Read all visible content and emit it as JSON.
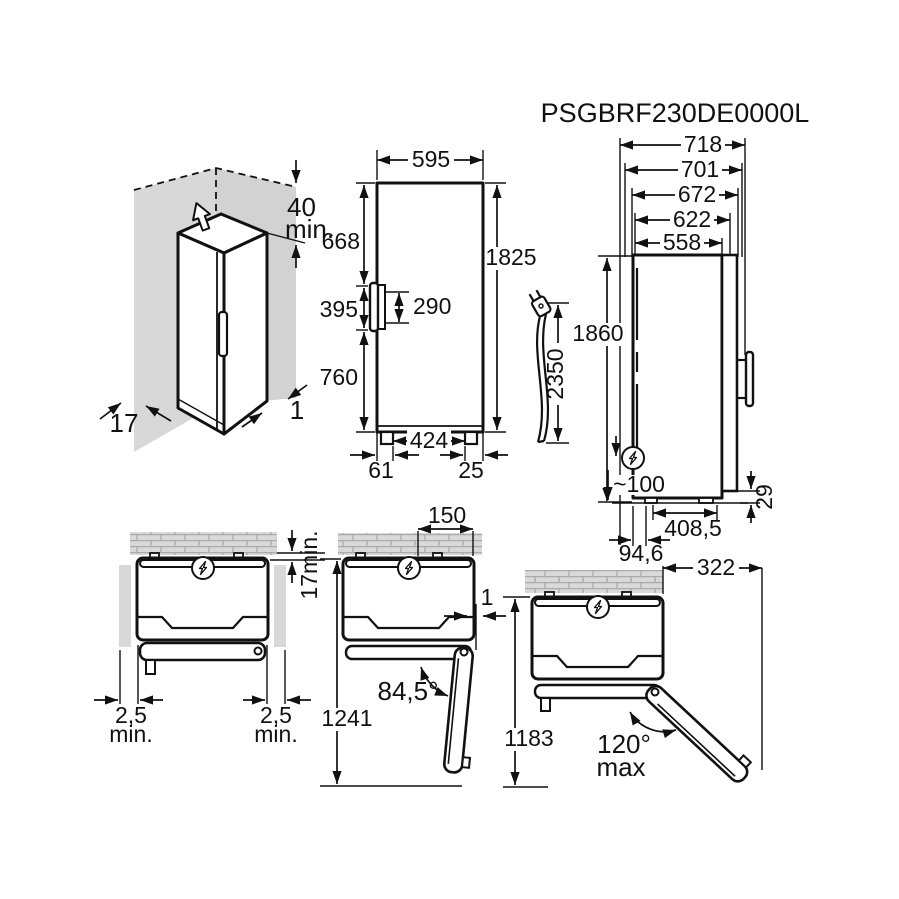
{
  "title": "PSGBRF230DE0000L",
  "colors": {
    "line": "#111111",
    "wall": "#d8d8d8",
    "brick_mortar": "#ababab"
  },
  "iso": {
    "top_clearance": "40",
    "top_clearance_unit": "min.",
    "left_gap": "17",
    "right_gap": "1"
  },
  "front": {
    "width": "595",
    "height": "1825",
    "seg_top": "668",
    "seg_handle": "395",
    "handle_cutout": "290",
    "seg_bottom": "760",
    "feet_span": "424",
    "foot_left": "61",
    "foot_right": "25"
  },
  "cord": {
    "length": "2350"
  },
  "side": {
    "d718": "718",
    "d701": "701",
    "d672": "672",
    "d622": "622",
    "d558": "558",
    "height": "1860",
    "plug": "~100",
    "feet": "408,5",
    "clearance": "29",
    "offset": "94,6"
  },
  "closed": {
    "left_gap": "2,5",
    "left_unit": "min.",
    "right_gap": "2,5",
    "right_unit": "min.",
    "back": "17min."
  },
  "open845": {
    "dist": "150",
    "gap": "1",
    "angle": "84,5°",
    "depth": "1241"
  },
  "open120": {
    "side": "322",
    "depth": "1183",
    "angle": "120°",
    "angle_unit": "max"
  }
}
